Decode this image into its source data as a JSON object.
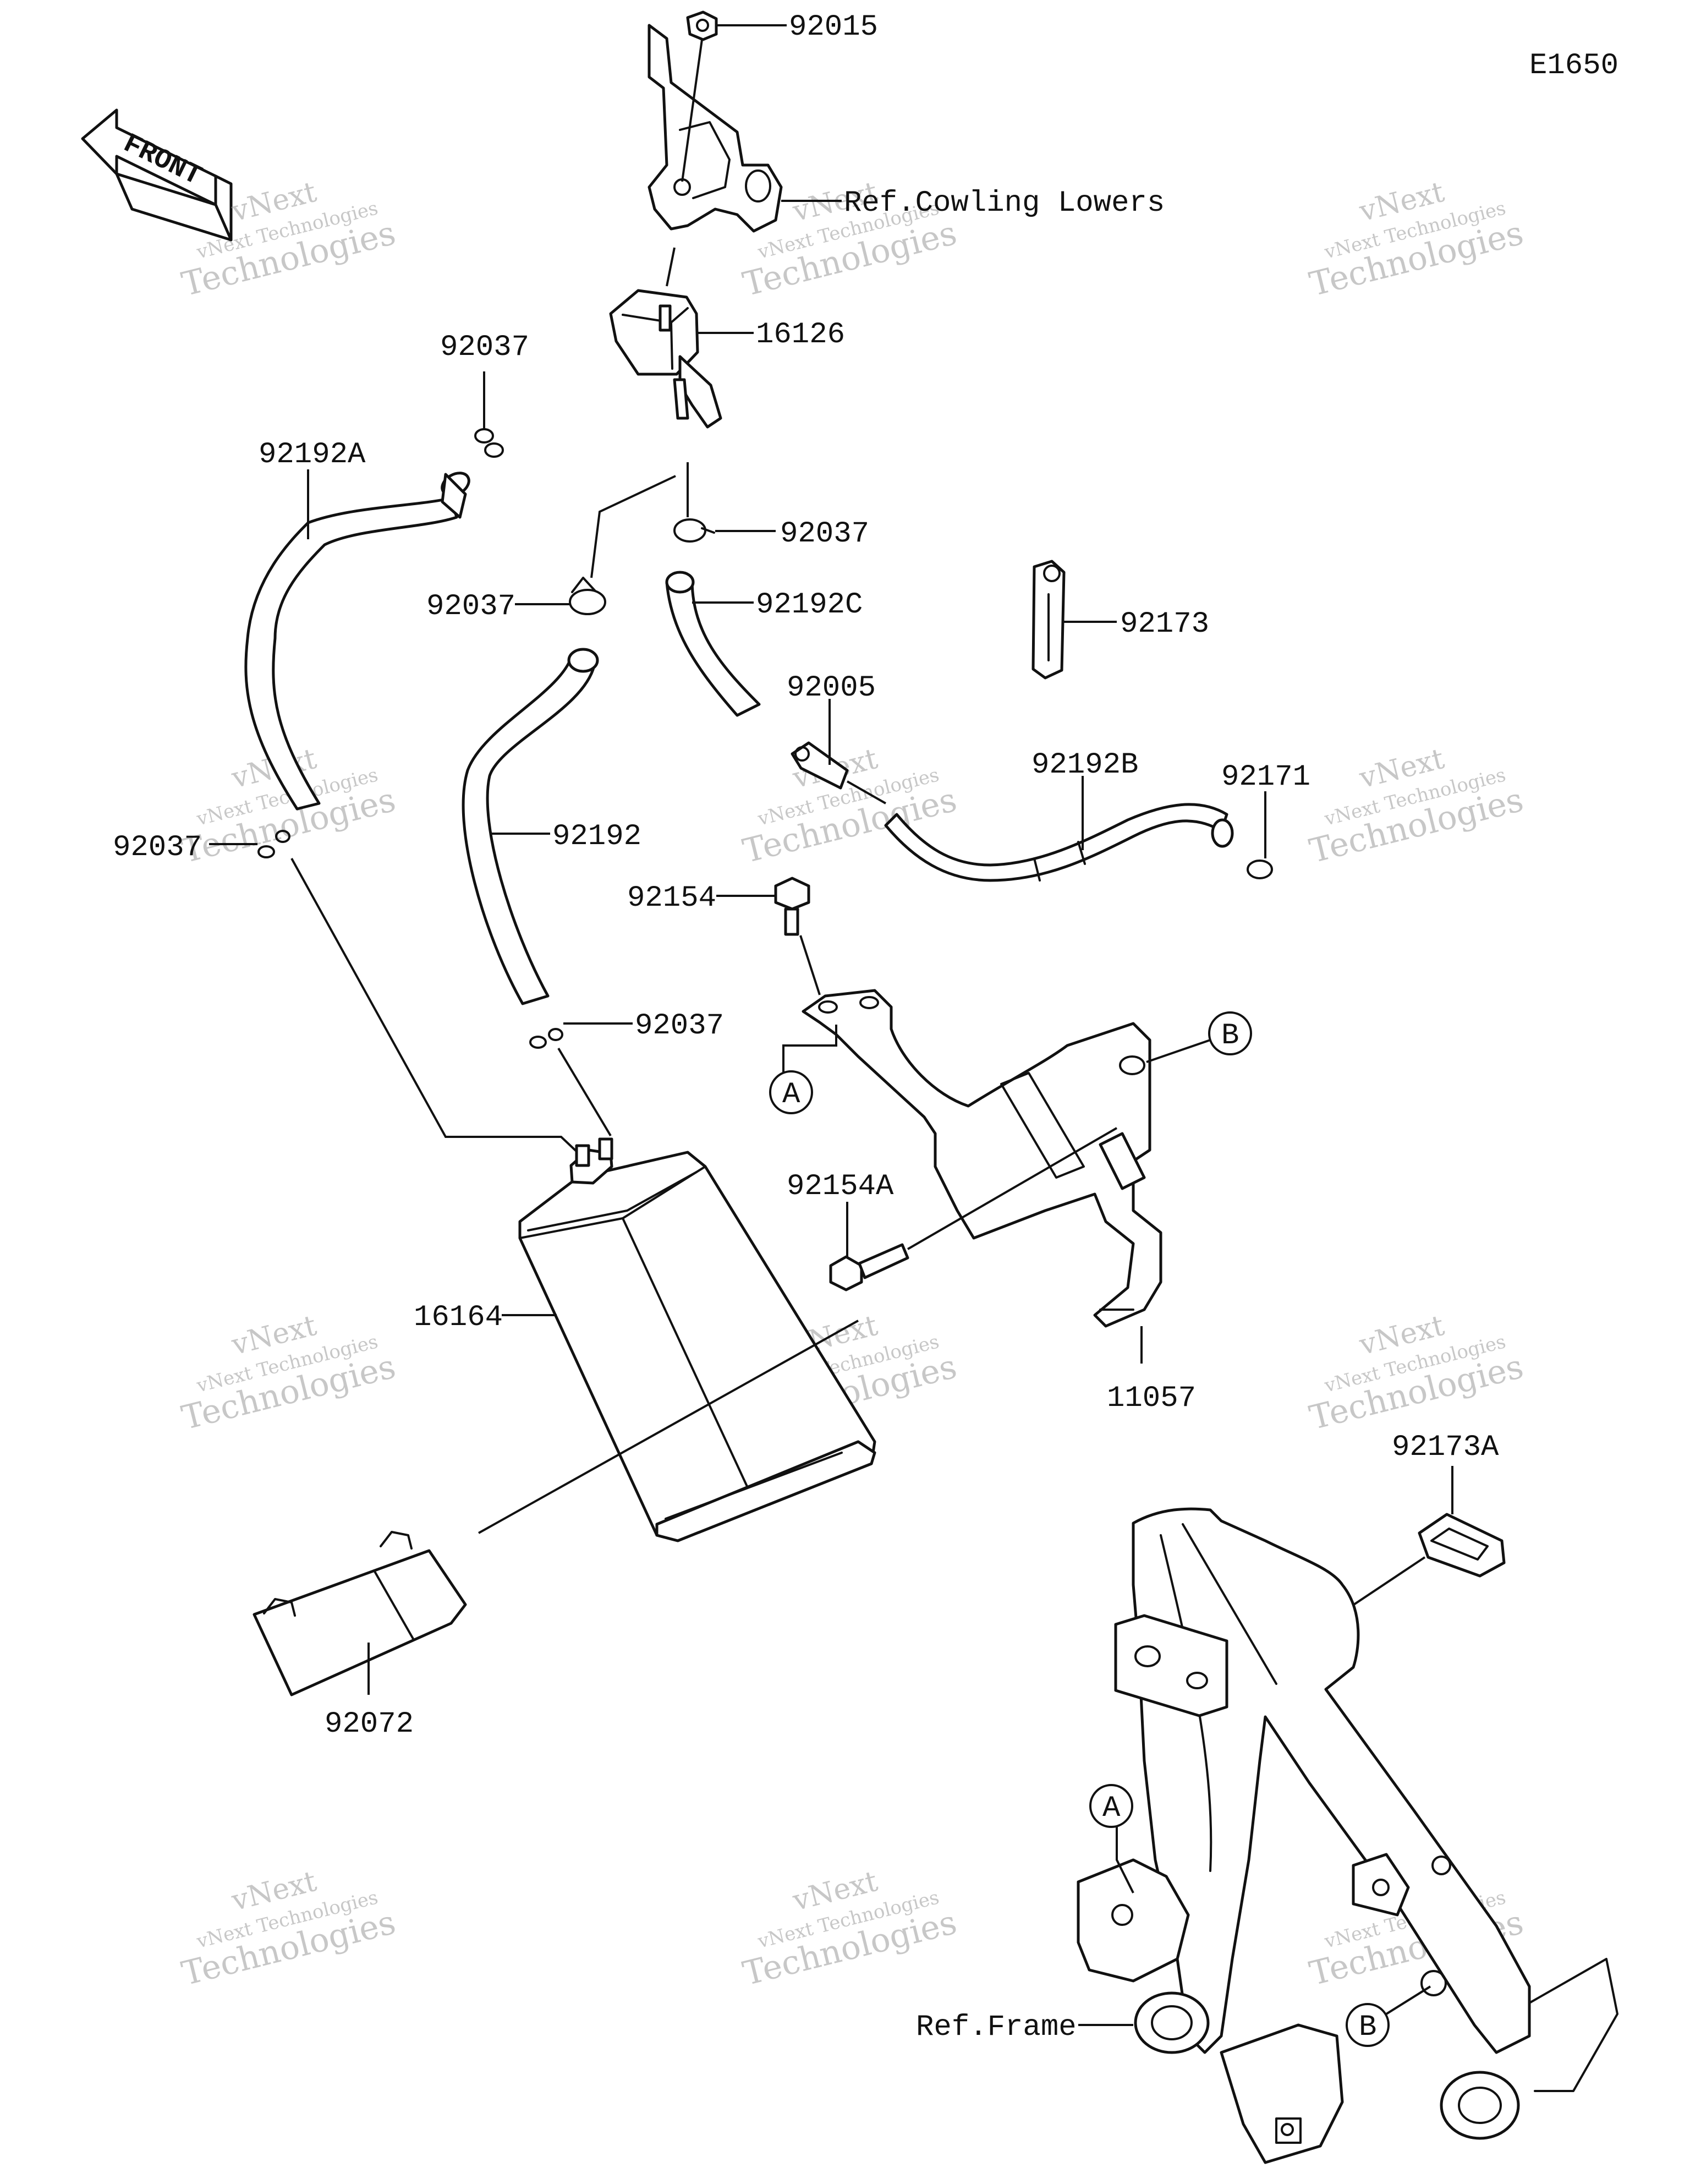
{
  "diagram_code": "E1650",
  "front_label": "FRONT",
  "watermark": {
    "line1": "vNext",
    "line2": "vNext Technologies",
    "line3": "Technologies"
  },
  "parts": {
    "p92015": "92015",
    "ref_cowling": "Ref.Cowling Lowers",
    "p16126": "16126",
    "p92037_top": "92037",
    "p92192A": "92192A",
    "p92037_right": "92037",
    "p92037_left": "92037",
    "p92192C": "92192C",
    "p92173": "92173",
    "p92005": "92005",
    "p92192B": "92192B",
    "p92171": "92171",
    "p92037_side": "92037",
    "p92192": "92192",
    "p92154": "92154",
    "p92037_lower": "92037",
    "p92154A": "92154A",
    "p16164": "16164",
    "p11057": "11057",
    "p92173A": "92173A",
    "p92072": "92072",
    "ref_frame": "Ref.Frame"
  },
  "markers": {
    "a": "A",
    "b": "B"
  }
}
